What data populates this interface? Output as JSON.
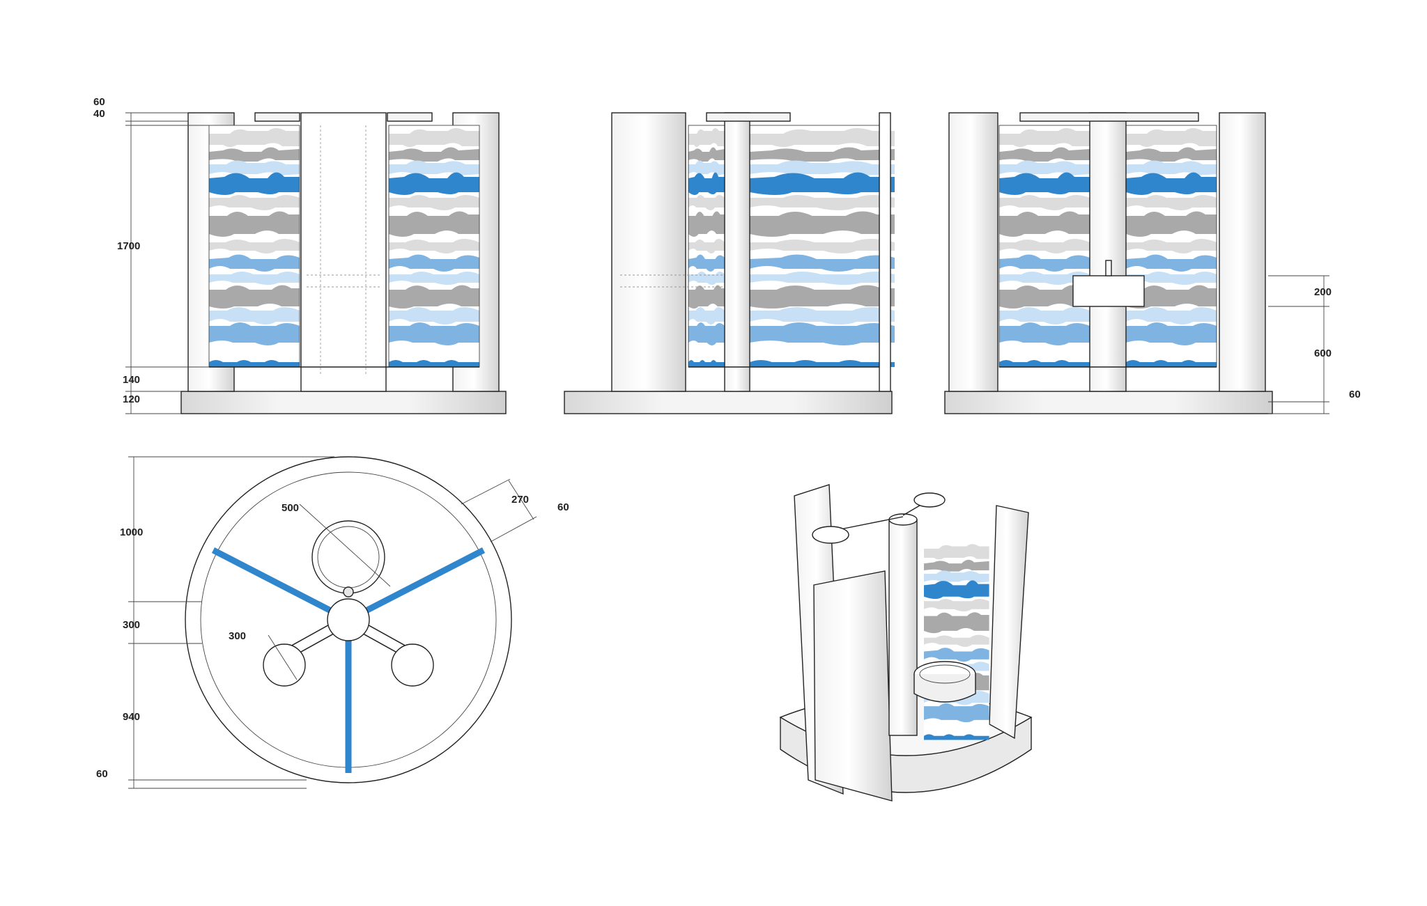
{
  "colors": {
    "accent_blue": "#2f86cc",
    "mid_blue": "#7fb4e2",
    "light_blue": "#c7e0f5",
    "mid_gray": "#a9a9a9",
    "light_gray": "#dcdcdc",
    "line": "#222222"
  },
  "elevations": {
    "front": {
      "dims": {
        "d60": "60",
        "d40": "40",
        "d1700": "1700",
        "d140": "140",
        "d120": "120"
      }
    },
    "right": {
      "dims": {
        "d200": "200",
        "d600": "600",
        "d60": "60"
      }
    }
  },
  "plan": {
    "dims": {
      "d1000": "1000",
      "d300_left": "300",
      "d940": "940",
      "d60_left": "60",
      "d500": "500",
      "d300_hub": "300",
      "d270": "270",
      "d60_right": "60"
    }
  }
}
